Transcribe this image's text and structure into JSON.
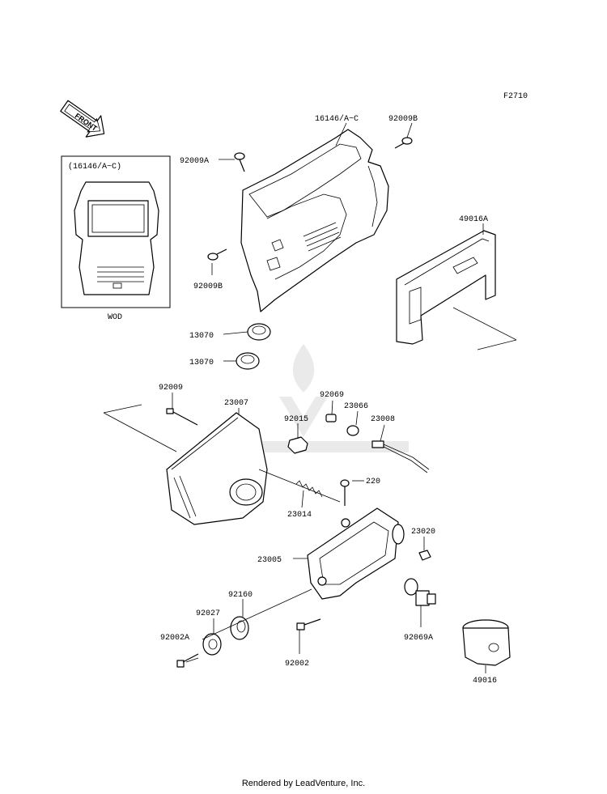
{
  "figure_code": "F2710",
  "front_label": "FRONT",
  "inset": {
    "title": "(16146/A~C)",
    "caption": "WOD"
  },
  "parts": {
    "p16146": "16146/A~C",
    "p92009B_top": "92009B",
    "p92009A": "92009A",
    "p92009B_left": "92009B",
    "p49016A": "49016A",
    "p13070_a": "13070",
    "p13070_b": "13070",
    "p92009": "92009",
    "p23007": "23007",
    "p92069": "92069",
    "p23066": "23066",
    "p92015": "92015",
    "p23008": "23008",
    "p220": "220",
    "p23014": "23014",
    "p23020": "23020",
    "p23005": "23005",
    "p92160": "92160",
    "p92027": "92027",
    "p92002A": "92002A",
    "p92002": "92002",
    "p92069A": "92069A",
    "p49016": "49016"
  },
  "footer": "Rendered by LeadVenture, Inc."
}
